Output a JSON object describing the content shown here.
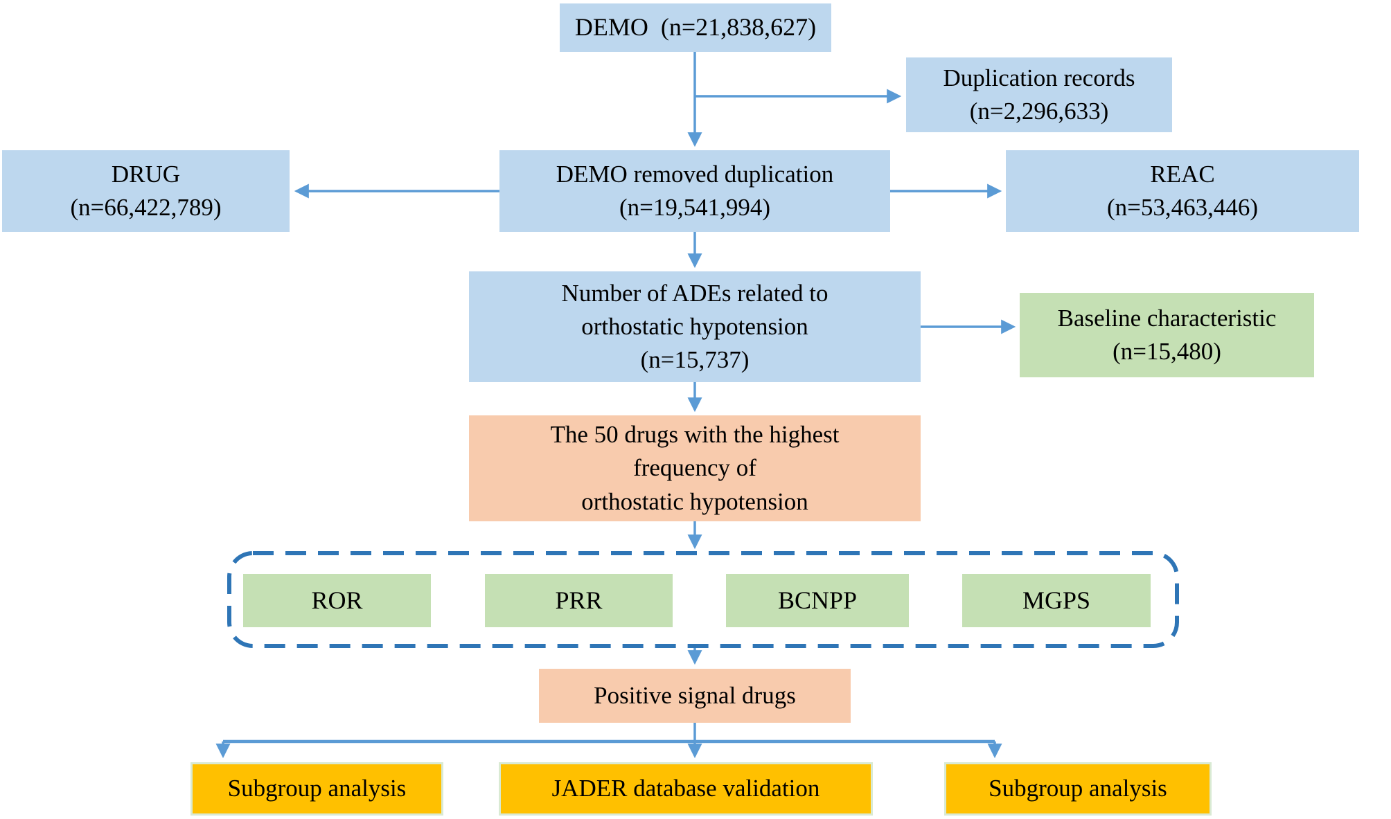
{
  "colors": {
    "blue_box": "#BDD7EE",
    "green_box": "#C5E0B4",
    "peach_box": "#F8CBAD",
    "gold_box": "#FFC000",
    "gold_box_border": "#D9EAD3",
    "connector_blue": "#5B9BD5",
    "dashed_outline_blue": "#2E75B6",
    "text": "#000000"
  },
  "nodes": {
    "demo": {
      "label": "DEMO  (n=21,838,627)"
    },
    "duplication_records": {
      "label": "Duplication records\n(n=2,296,633)"
    },
    "drug": {
      "label": "DRUG\n(n=66,422,789)"
    },
    "demo_removed": {
      "label": "DEMO removed duplication\n(n=19,541,994)"
    },
    "reac": {
      "label": "REAC\n(n=53,463,446)"
    },
    "ades_orthostatic": {
      "label": "Number of ADEs related to\northostatic hypotension\n(n=15,737)"
    },
    "baseline": {
      "label": "Baseline characteristic\n(n=15,480)"
    },
    "top50_drugs": {
      "label": "The 50 drugs with the highest\nfrequency of\northostatic hypotension"
    },
    "methods": [
      {
        "label": "ROR"
      },
      {
        "label": "PRR"
      },
      {
        "label": "BCNPP"
      },
      {
        "label": "MGPS"
      }
    ],
    "positive_signal": {
      "label": "Positive signal drugs"
    },
    "bottom": [
      {
        "label": "Subgroup analysis"
      },
      {
        "label": "JADER database validation"
      },
      {
        "label": "Subgroup analysis"
      }
    ]
  }
}
